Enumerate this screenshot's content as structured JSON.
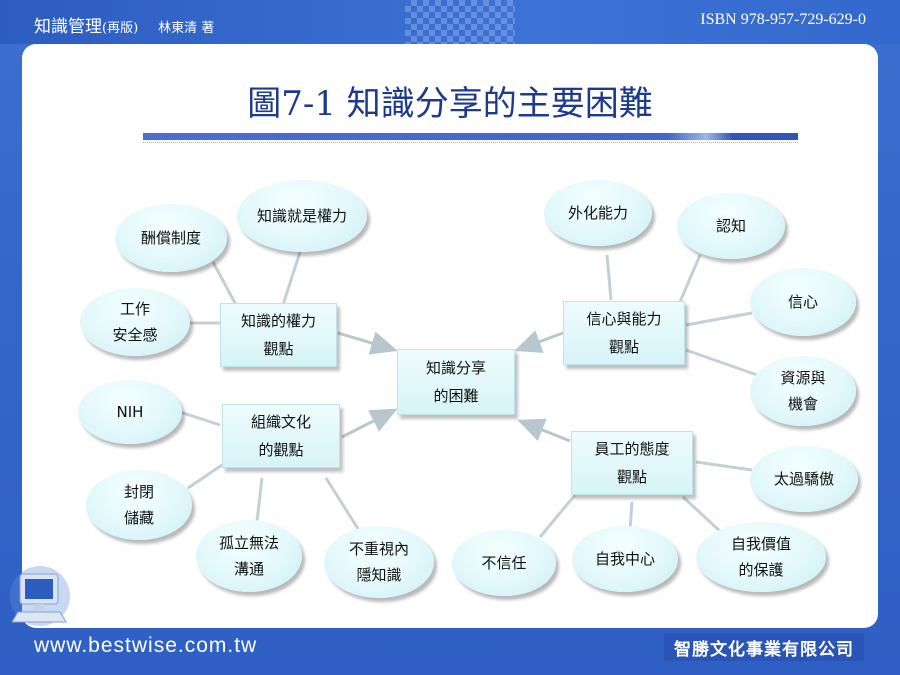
{
  "header": {
    "book_title": "知識管理",
    "edition": "(再版)",
    "author": "林東清 著",
    "isbn": "ISBN 978-957-729-629-0"
  },
  "slide": {
    "title_fig": "圖7-1",
    "title_text": " 知識分享的主要困難"
  },
  "diagram": {
    "center": "知識分享\n的困難",
    "groups": {
      "power": {
        "label": "知識的權力\n觀點",
        "causes": [
          "知識就是權力",
          "酬償制度",
          "工作\n安全感"
        ]
      },
      "culture": {
        "label": "組織文化\n的觀點",
        "causes": [
          "NIH",
          "封閉\n儲藏",
          "孤立無法\n溝通",
          "不重視內\n隱知識"
        ]
      },
      "ability": {
        "label": "信心與能力\n觀點",
        "causes": [
          "外化能力",
          "認知",
          "信心",
          "資源與\n機會"
        ]
      },
      "attitude": {
        "label": "員工的態度\n觀點",
        "causes": [
          "太過驕傲",
          "自我價值\n的保護",
          "自我中心",
          "不信任"
        ]
      }
    }
  },
  "footer": {
    "url": "www.bestwise.com.tw",
    "company": "智勝文化事業有限公司"
  }
}
